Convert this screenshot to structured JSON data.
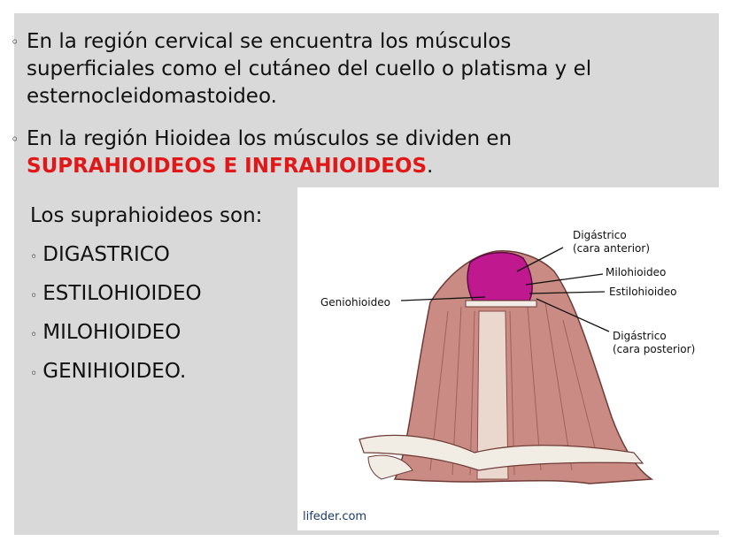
{
  "bullets": [
    {
      "line1": "En la región cervical se encuentra los músculos",
      "line2": "superficiales como el cutáneo del cuello o platisma y el",
      "line3": "esternocleidomastoideo."
    },
    {
      "line1": "En la región Hioidea los músculos se dividen en",
      "highlight": "SUPRAHIOIDEOS E INFRAHIOIDEOS",
      "tail": "."
    }
  ],
  "list": {
    "heading": "Los suprahioideos son:",
    "items": [
      "DIGASTRICO",
      "ESTILOHIOIDEO",
      "MILOHIOIDEO",
      "GENIHIOIDEO."
    ]
  },
  "figure": {
    "labels": {
      "digastrico_anterior_1": "Digástrico",
      "digastrico_anterior_2": "(cara anterior)",
      "milohioideo": "Milohioideo",
      "estilohioideo": "Estilohioideo",
      "geniohioideo": "Geniohioideo",
      "digastrico_posterior_1": "Digástrico",
      "digastrico_posterior_2": "(cara posterior)"
    },
    "credit": "lifeder.com",
    "colors": {
      "muscle": "#c98b84",
      "highlight": "#c0188f",
      "bone": "#f1ece4"
    }
  }
}
